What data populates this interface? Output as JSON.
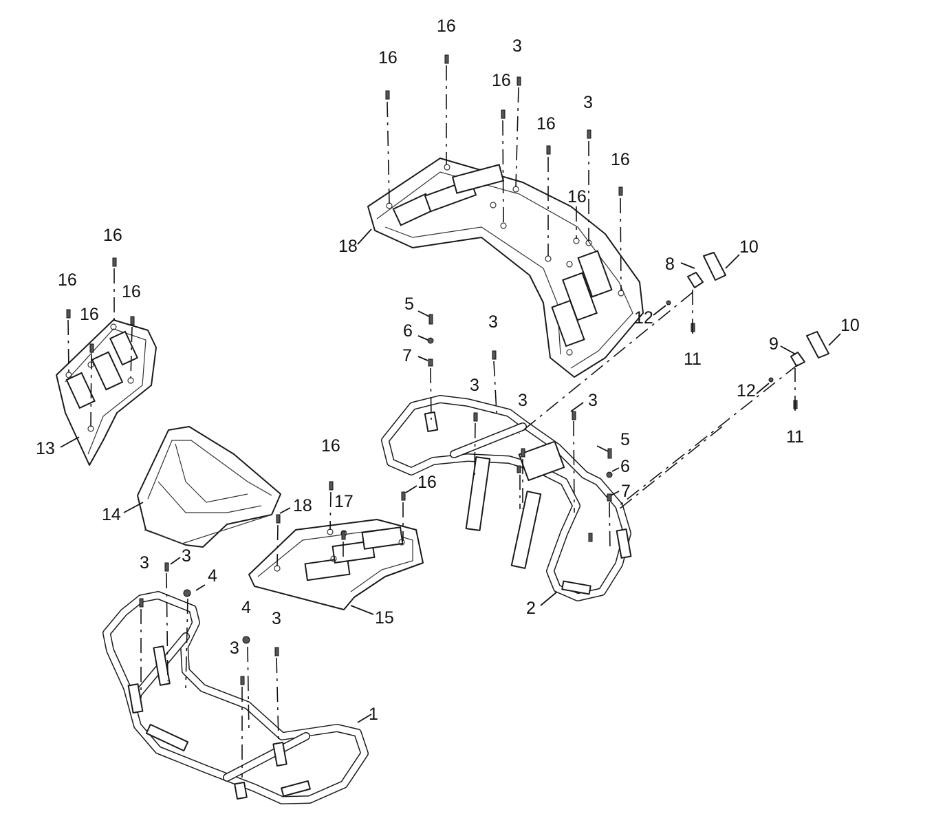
{
  "callouts": [
    {
      "id": "c1",
      "text": "1"
    },
    {
      "id": "c2",
      "text": "2"
    },
    {
      "id": "c3a",
      "text": "3"
    },
    {
      "id": "c3b",
      "text": "3"
    },
    {
      "id": "c3c",
      "text": "3"
    },
    {
      "id": "c3d",
      "text": "3"
    },
    {
      "id": "c3e",
      "text": "3"
    },
    {
      "id": "c3f",
      "text": "3"
    },
    {
      "id": "c3g",
      "text": "3"
    },
    {
      "id": "c3h",
      "text": "3"
    },
    {
      "id": "c3i",
      "text": "3"
    },
    {
      "id": "c3j",
      "text": "3"
    },
    {
      "id": "c4a",
      "text": "4"
    },
    {
      "id": "c4b",
      "text": "4"
    },
    {
      "id": "c5a",
      "text": "5"
    },
    {
      "id": "c5b",
      "text": "5"
    },
    {
      "id": "c6a",
      "text": "6"
    },
    {
      "id": "c6b",
      "text": "6"
    },
    {
      "id": "c7a",
      "text": "7"
    },
    {
      "id": "c7b",
      "text": "7"
    },
    {
      "id": "c8",
      "text": "8"
    },
    {
      "id": "c9",
      "text": "9"
    },
    {
      "id": "c10a",
      "text": "10"
    },
    {
      "id": "c10b",
      "text": "10"
    },
    {
      "id": "c11a",
      "text": "11"
    },
    {
      "id": "c11b",
      "text": "11"
    },
    {
      "id": "c12a",
      "text": "12"
    },
    {
      "id": "c12b",
      "text": "12"
    },
    {
      "id": "c13",
      "text": "13"
    },
    {
      "id": "c14",
      "text": "14"
    },
    {
      "id": "c15",
      "text": "15"
    },
    {
      "id": "c16a",
      "text": "16"
    },
    {
      "id": "c16b",
      "text": "16"
    },
    {
      "id": "c16c",
      "text": "16"
    },
    {
      "id": "c16d",
      "text": "16"
    },
    {
      "id": "c16e",
      "text": "16"
    },
    {
      "id": "c16f",
      "text": "16"
    },
    {
      "id": "c16g",
      "text": "16"
    },
    {
      "id": "c16h",
      "text": "16"
    },
    {
      "id": "c16i",
      "text": "16"
    },
    {
      "id": "c16j",
      "text": "16"
    },
    {
      "id": "c16k",
      "text": "16"
    },
    {
      "id": "c16l",
      "text": "16"
    },
    {
      "id": "c17",
      "text": "17"
    },
    {
      "id": "c18a",
      "text": "18"
    },
    {
      "id": "c18b",
      "text": "18"
    }
  ]
}
